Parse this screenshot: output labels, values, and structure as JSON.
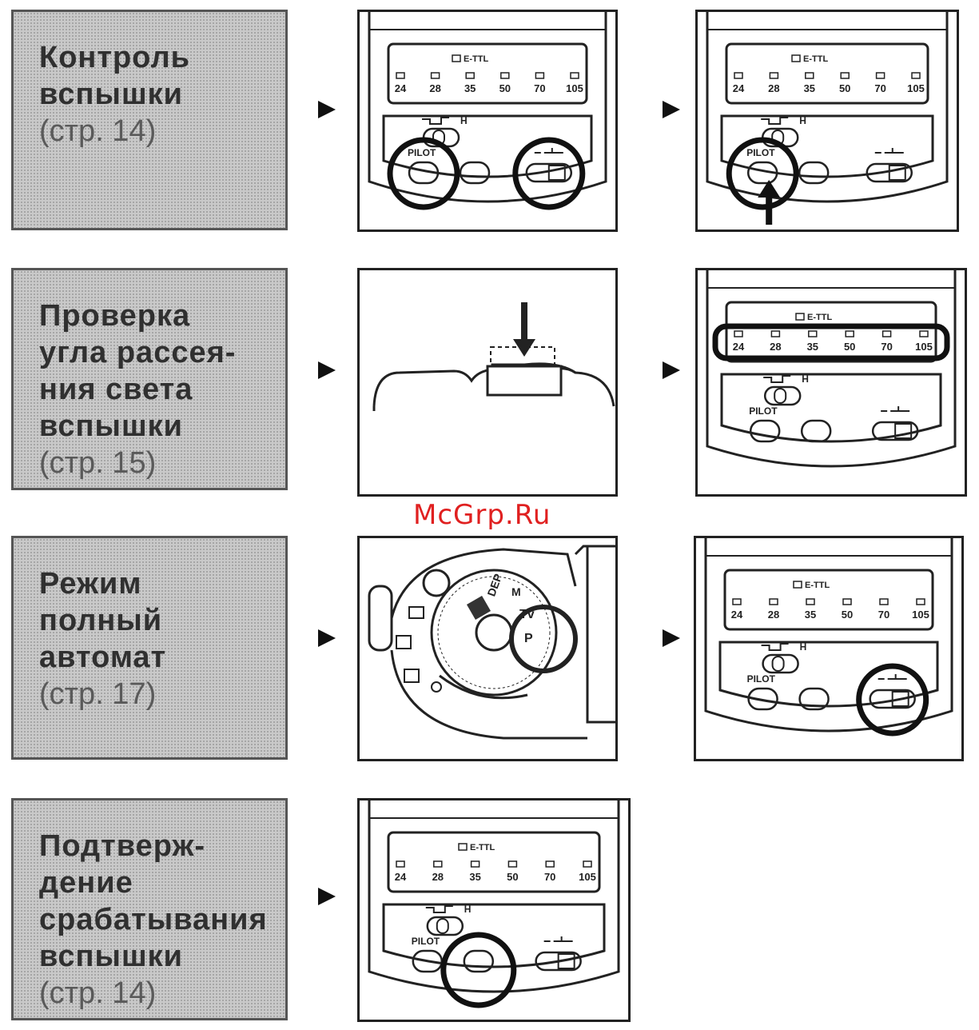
{
  "sections": [
    {
      "title": "Контроль\nвспышки",
      "page": "(стр. 14)"
    },
    {
      "title": "Проверка\nугла рассея-\nния света\nвспышки",
      "page": "(стр. 15)"
    },
    {
      "title": "Режим\nполный\nавтомат",
      "page": "(стр. 17)"
    },
    {
      "title": "Подтверж-\nдение\nсрабатывания\nвспышки",
      "page": "(стр. 14)"
    }
  ],
  "flash_panel": {
    "mode_label": "E-TTL",
    "zoom_values": [
      "24",
      "28",
      "35",
      "50",
      "70",
      "105"
    ],
    "pilot_label": "PILOT",
    "high_speed_label": "H"
  },
  "dial": {
    "modes": [
      "Tv",
      "P",
      "DEP",
      "M"
    ]
  },
  "watermark": "McGrp.Ru"
}
